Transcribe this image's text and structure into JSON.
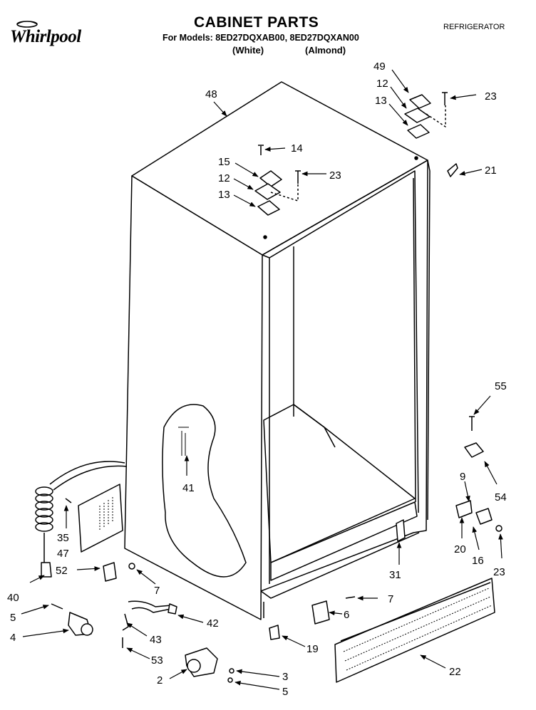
{
  "header": {
    "brand": "Whirlpool",
    "title": "CABINET PARTS",
    "models": "For Models: 8ED27DQXAB00, 8ED27DQXAN00",
    "variant_white": "(White)",
    "variant_almond": "(Almond)",
    "category": "REFRIGERATOR"
  },
  "callouts": [
    {
      "id": "c48",
      "label": "48"
    },
    {
      "id": "c49",
      "label": "49"
    },
    {
      "id": "c12a",
      "label": "12"
    },
    {
      "id": "c13a",
      "label": "13"
    },
    {
      "id": "c23a",
      "label": "23"
    },
    {
      "id": "c14",
      "label": "14"
    },
    {
      "id": "c15",
      "label": "15"
    },
    {
      "id": "c12b",
      "label": "12"
    },
    {
      "id": "c23b",
      "label": "23"
    },
    {
      "id": "c13b",
      "label": "13"
    },
    {
      "id": "c21",
      "label": "21"
    },
    {
      "id": "c55",
      "label": "55"
    },
    {
      "id": "c41",
      "label": "41"
    },
    {
      "id": "c54",
      "label": "54"
    },
    {
      "id": "c9",
      "label": "9"
    },
    {
      "id": "c35",
      "label": "35"
    },
    {
      "id": "c47",
      "label": "47"
    },
    {
      "id": "c52",
      "label": "52"
    },
    {
      "id": "c40",
      "label": "40"
    },
    {
      "id": "c7a",
      "label": "7"
    },
    {
      "id": "c20",
      "label": "20"
    },
    {
      "id": "c16",
      "label": "16"
    },
    {
      "id": "c23c",
      "label": "23"
    },
    {
      "id": "c31",
      "label": "31"
    },
    {
      "id": "c7b",
      "label": "7"
    },
    {
      "id": "c5a",
      "label": "5"
    },
    {
      "id": "c42",
      "label": "42"
    },
    {
      "id": "c6",
      "label": "6"
    },
    {
      "id": "c4",
      "label": "4"
    },
    {
      "id": "c43",
      "label": "43"
    },
    {
      "id": "c19",
      "label": "19"
    },
    {
      "id": "c53",
      "label": "53"
    },
    {
      "id": "c22",
      "label": "22"
    },
    {
      "id": "c2",
      "label": "2"
    },
    {
      "id": "c3",
      "label": "3"
    },
    {
      "id": "c5b",
      "label": "5"
    }
  ]
}
